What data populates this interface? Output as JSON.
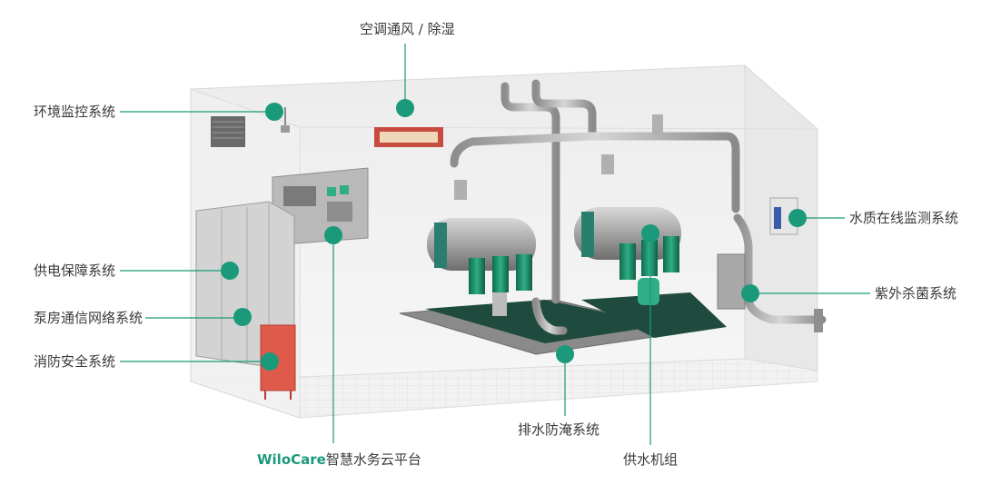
{
  "colors": {
    "accent": "#1a9a7a",
    "dot": "#1a9a7a",
    "line": "#1a9a7a",
    "text": "#3a3a3a"
  },
  "labels": {
    "hvac": "空调通风 / 除湿",
    "env_monitor": "环境监控系统",
    "power": "供电保障系统",
    "comms": "泵房通信网络系统",
    "fire": "消防安全系统",
    "water_quality": "水质在线监测系统",
    "uv": "紫外杀菌系统",
    "drainage": "排水防淹系统",
    "supply_unit": "供水机组",
    "cloud_brand": "WiloCare",
    "cloud_rest": "智慧水务云平台"
  }
}
